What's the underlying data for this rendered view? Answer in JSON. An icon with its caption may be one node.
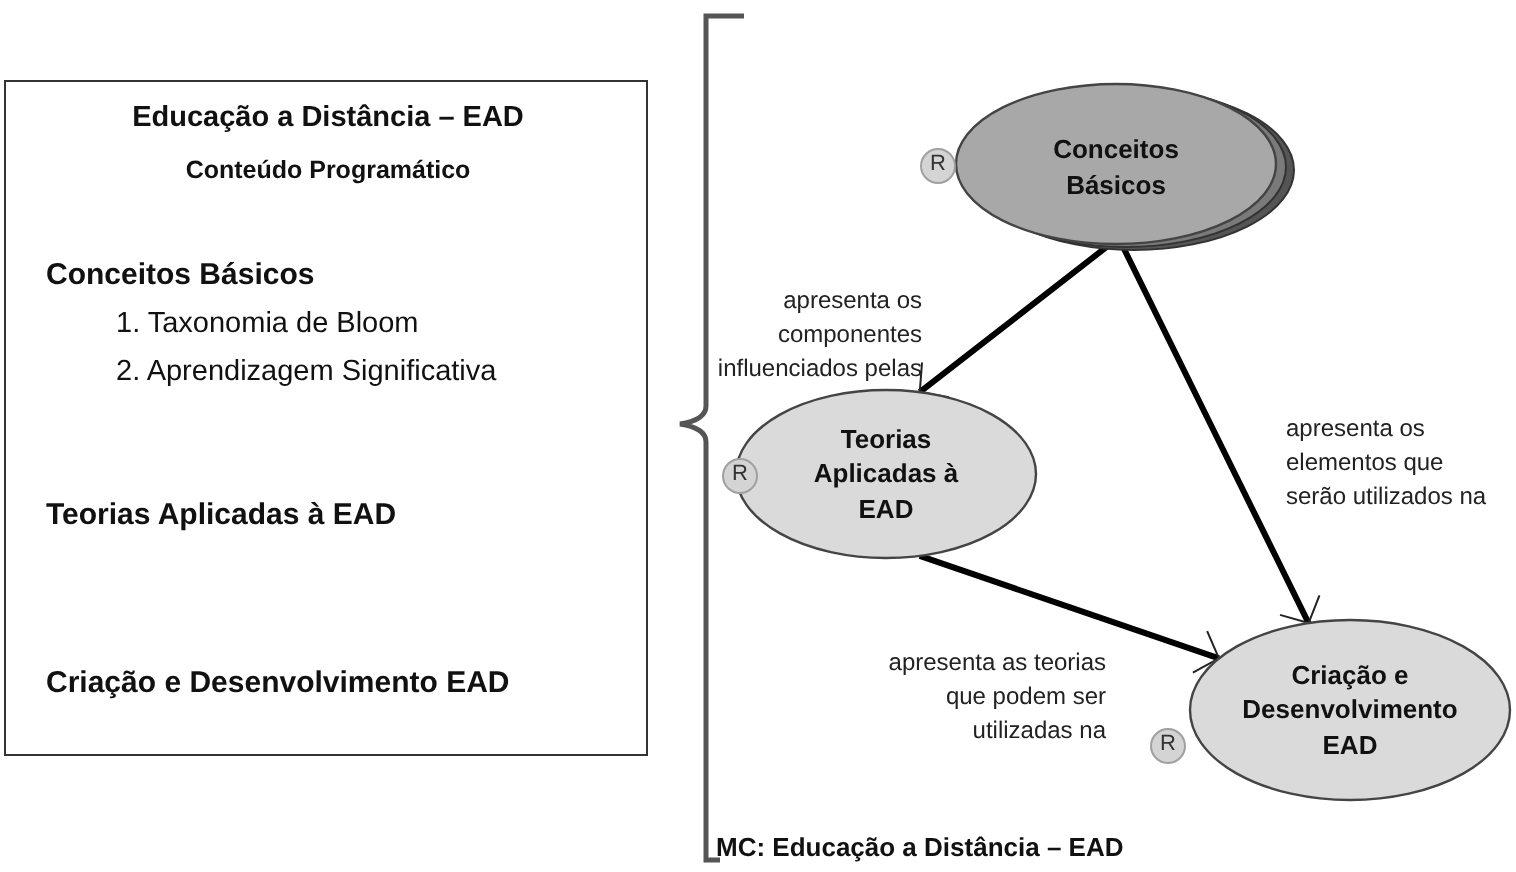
{
  "diagram": {
    "nodes": [
      {
        "text": [
          "Educação a Distância – EAD",
          "Conteúdo Programático",
          "Conceitos Básicos",
          "1. Taxonomia de Bloom",
          "2. Aprendizagem Significativa",
          "Teorias Aplicadas à EAD",
          "Criação e Desenvolvimento EAD"
        ]
      },
      {
        "text": [
          "R"
        ]
      },
      {
        "text": [
          "Conceitos Básicos"
        ]
      },
      {
        "text": [
          "R"
        ]
      },
      {
        "text": [
          "Teorias Aplicadas à EAD"
        ]
      },
      {
        "text": [
          "R"
        ]
      },
      {
        "text": [
          "Criação e Desenvolvimento EAD"
        ]
      }
    ],
    "edges": [
      {
        "from": 2,
        "to": 4,
        "label": "apresenta os componentes influenciados pelas",
        "arrow": "to"
      },
      {
        "from": 2,
        "to": 6,
        "label": "apresenta os elementos que serão utilizados na",
        "arrow": "to"
      },
      {
        "from": 4,
        "to": 6,
        "label": "apresenta as teorias que podem ser utilizadas na",
        "arrow": "to"
      }
    ],
    "labels": [
      "MC: Educação a Distância – EAD"
    ]
  }
}
